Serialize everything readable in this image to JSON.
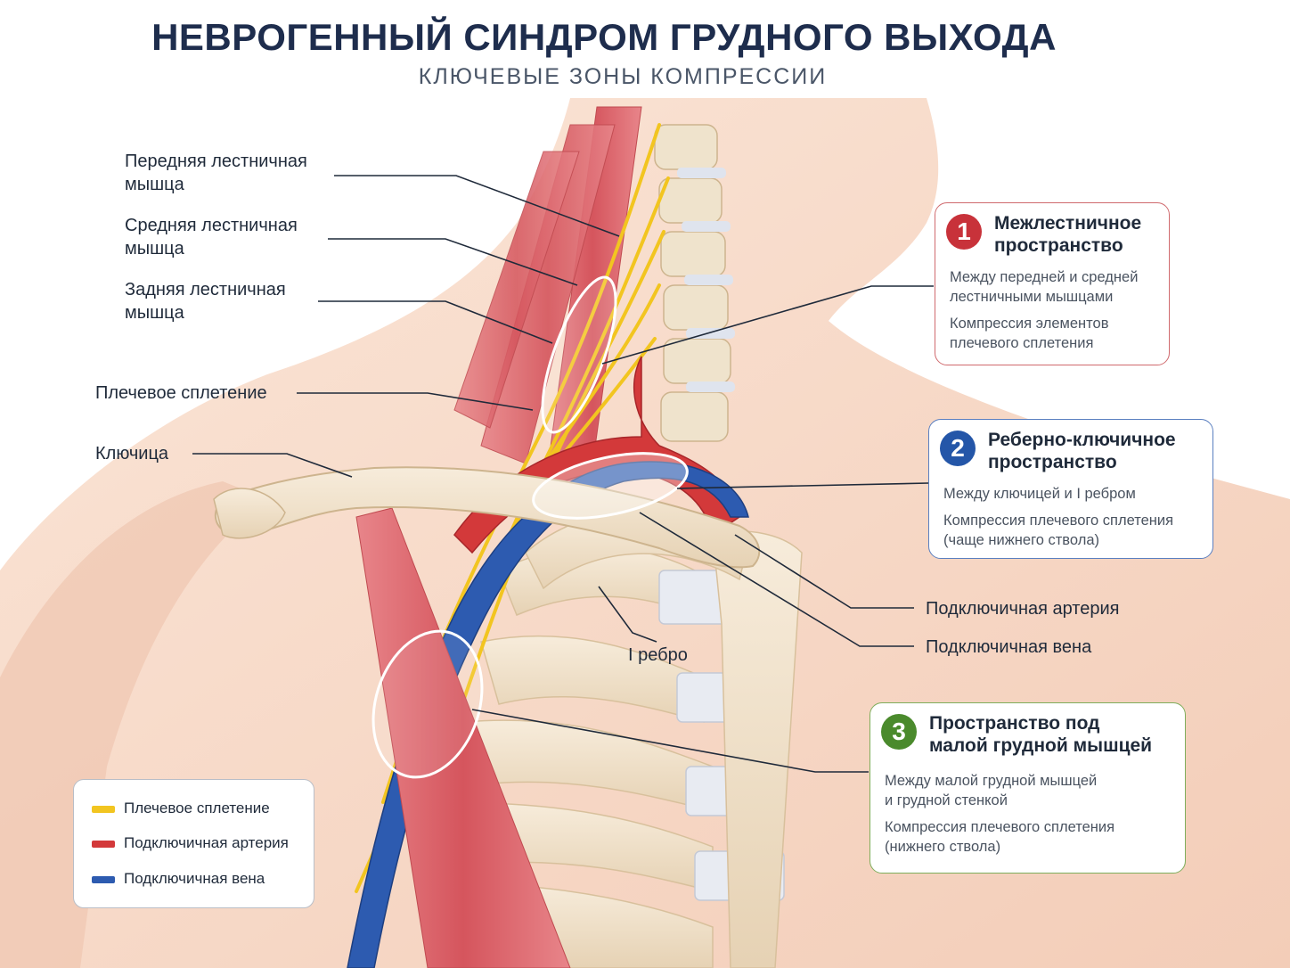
{
  "title": "НЕВРОГЕННЫЙ СИНДРОМ ГРУДНОГО ВЫХОДА",
  "subtitle": "КЛЮЧЕВЫЕ ЗОНЫ КОМПРЕССИИ",
  "labels": {
    "anterior_scalene": [
      "Передняя лестничная",
      "мышца"
    ],
    "middle_scalene": [
      "Средняя лестничная",
      "мышца"
    ],
    "posterior_scalene": [
      "Задняя лестничная",
      "мышца"
    ],
    "brachial_plexus": "Плечевое сплетение",
    "clavicle": "Ключица",
    "first_rib": "I ребро",
    "subclavian_artery": "Подключичная артерия",
    "subclavian_vein": "Подключичная вена"
  },
  "zones": [
    {
      "number": "1",
      "title": [
        "Межлестничное",
        "пространство"
      ],
      "desc1": [
        "Между передней и средней",
        "лестничными мышцами"
      ],
      "desc2": [
        "Компрессия элементов",
        "плечевого сплетения"
      ],
      "color": "#c8323a"
    },
    {
      "number": "2",
      "title": [
        "Реберно-ключичное",
        "пространство"
      ],
      "desc1": [
        "Между ключицей и I ребром"
      ],
      "desc2": [
        "Компрессия плечевого сплетения",
        "(чаще нижнего ствола)"
      ],
      "color": "#2456a8"
    },
    {
      "number": "3",
      "title": [
        "Пространство под",
        "малой грудной мышцей"
      ],
      "desc1": [
        "Между малой грудной мышцей",
        "и грудной стенкой"
      ],
      "desc2": [
        "Компрессия плечевого сплетения",
        "(нижнего ствола)"
      ],
      "color": "#4a8a2c"
    }
  ],
  "legend": [
    {
      "label": "Плечевое сплетение",
      "color": "#f2c520"
    },
    {
      "label": "Подключичная артерия",
      "color": "#d3393a"
    },
    {
      "label": "Подключичная вена",
      "color": "#2d5bb0"
    }
  ],
  "colors": {
    "skin": "#f7dccb",
    "bone": "#efe0c8",
    "cartilage": "#e8ebf2",
    "muscle": "#d9656a",
    "nerve": "#f2c520",
    "artery": "#d3393a",
    "vein": "#2d5bb0"
  }
}
